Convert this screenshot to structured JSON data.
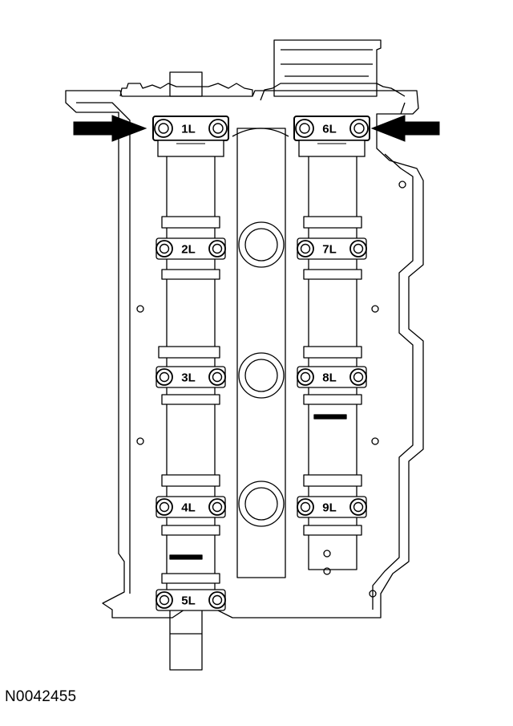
{
  "figure": {
    "id": "N0042455"
  },
  "bearing_caps": [
    {
      "label": "1L",
      "row": 0,
      "side": "left"
    },
    {
      "label": "2L",
      "row": 1,
      "side": "left"
    },
    {
      "label": "3L",
      "row": 2,
      "side": "left"
    },
    {
      "label": "4L",
      "row": 3,
      "side": "left"
    },
    {
      "label": "5L",
      "row": 4,
      "side": "left"
    },
    {
      "label": "6L",
      "row": 0,
      "side": "right"
    },
    {
      "label": "7L",
      "row": 1,
      "side": "right"
    },
    {
      "label": "8L",
      "row": 2,
      "side": "right"
    },
    {
      "label": "9L",
      "row": 3,
      "side": "right"
    }
  ],
  "callouts": [
    {
      "target": "1L",
      "icon": "arrow-right-icon"
    },
    {
      "target": "6L",
      "icon": "arrow-left-icon"
    }
  ],
  "colors": {
    "line": "#000000",
    "background": "#ffffff"
  }
}
